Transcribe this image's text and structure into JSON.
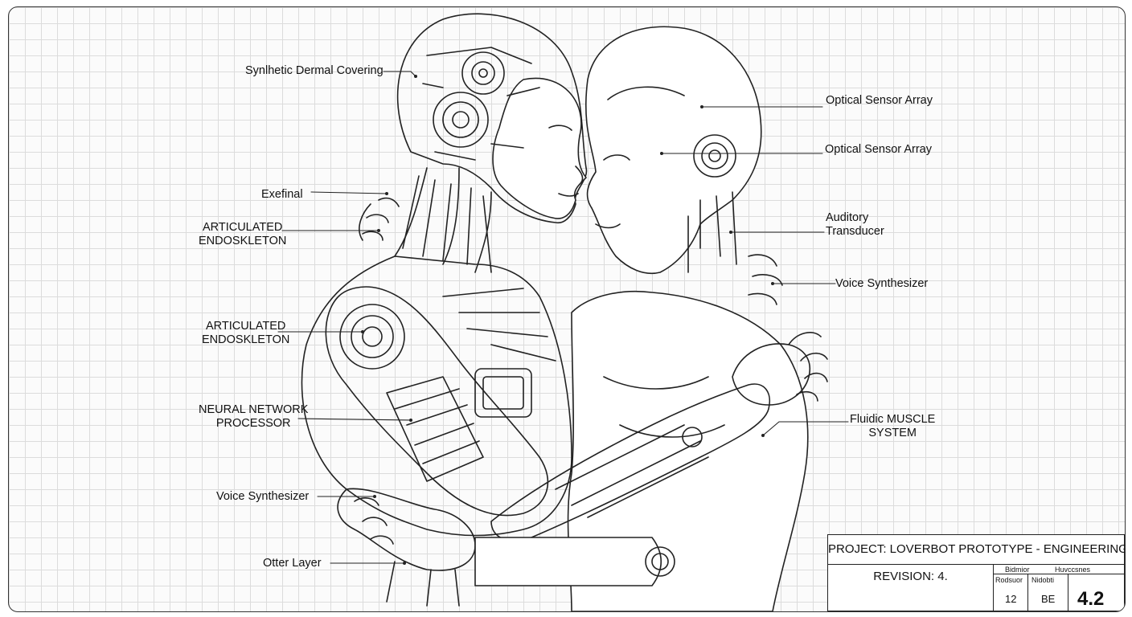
{
  "labels": {
    "synthetic_dermal": "Synlhetic Dermal Covering",
    "exefinal": "Exefinal",
    "articulated_1_line1": "ARTICULATED",
    "articulated_1_line2": "ENDOSKLETON",
    "articulated_2_line1": "ARTICULATED",
    "articulated_2_line2": "ENDOSKLETON",
    "neural_line1": "NEURAL NETWORK",
    "neural_line2": "PROCESSOR",
    "voice_left": "Voice Synthesizer",
    "otter_layer": "Otter Layer",
    "optical_1": "Optical Sensor Array",
    "optical_2": "Optical Sensor Array",
    "auditory_line1": "Auditory",
    "auditory_line2": "Transducer",
    "voice_right": "Voice Synthesizer",
    "fluidic_line1": "Fluidic MUSCLE",
    "fluidic_line2": "SYSTEM"
  },
  "titleblock": {
    "project": "PROJECT: LOVERBOT PROTOTYPE - ENGINEERING BLUEPRINT",
    "revision": "REVISION: 4.",
    "hdr1": "Bidmior",
    "hdr2": "Huvccsnes",
    "hdr3": "Rodsuor",
    "hdr4": "Nidobti",
    "val1": "12",
    "val2": "BE",
    "big": "4.2"
  }
}
